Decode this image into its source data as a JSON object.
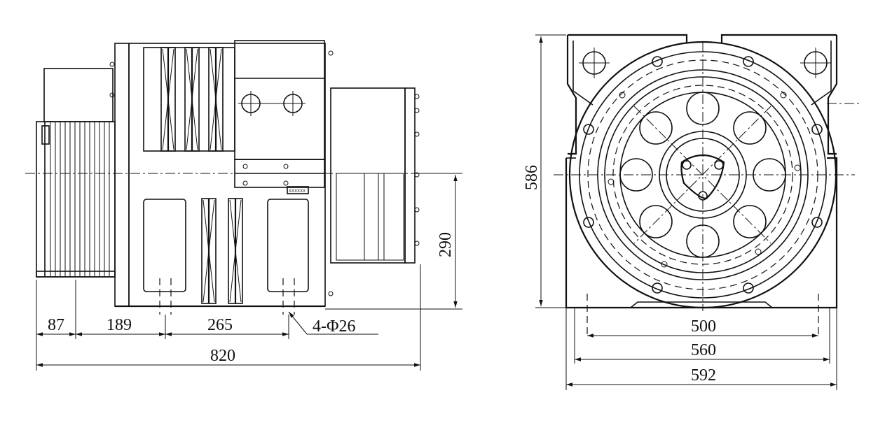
{
  "side_view": {
    "dimensions": {
      "d87": "87",
      "d189": "189",
      "d265": "265",
      "d820": "820",
      "d290": "290"
    },
    "hole_note": "4-Φ26",
    "nameplate_text": "XXXXXX"
  },
  "front_view": {
    "dimensions": {
      "d586": "586",
      "d500": "500",
      "d560": "560",
      "d592": "592"
    }
  }
}
